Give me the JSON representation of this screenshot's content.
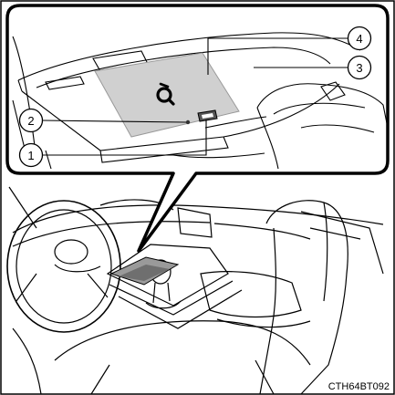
{
  "callouts": [
    {
      "id": "1",
      "label": "1"
    },
    {
      "id": "2",
      "label": "2"
    },
    {
      "id": "3",
      "label": "3"
    },
    {
      "id": "4",
      "label": "4"
    }
  ],
  "figure_code": "CTH64BT092",
  "icons": {
    "charging_symbol": "qi-wireless-charging-icon"
  }
}
